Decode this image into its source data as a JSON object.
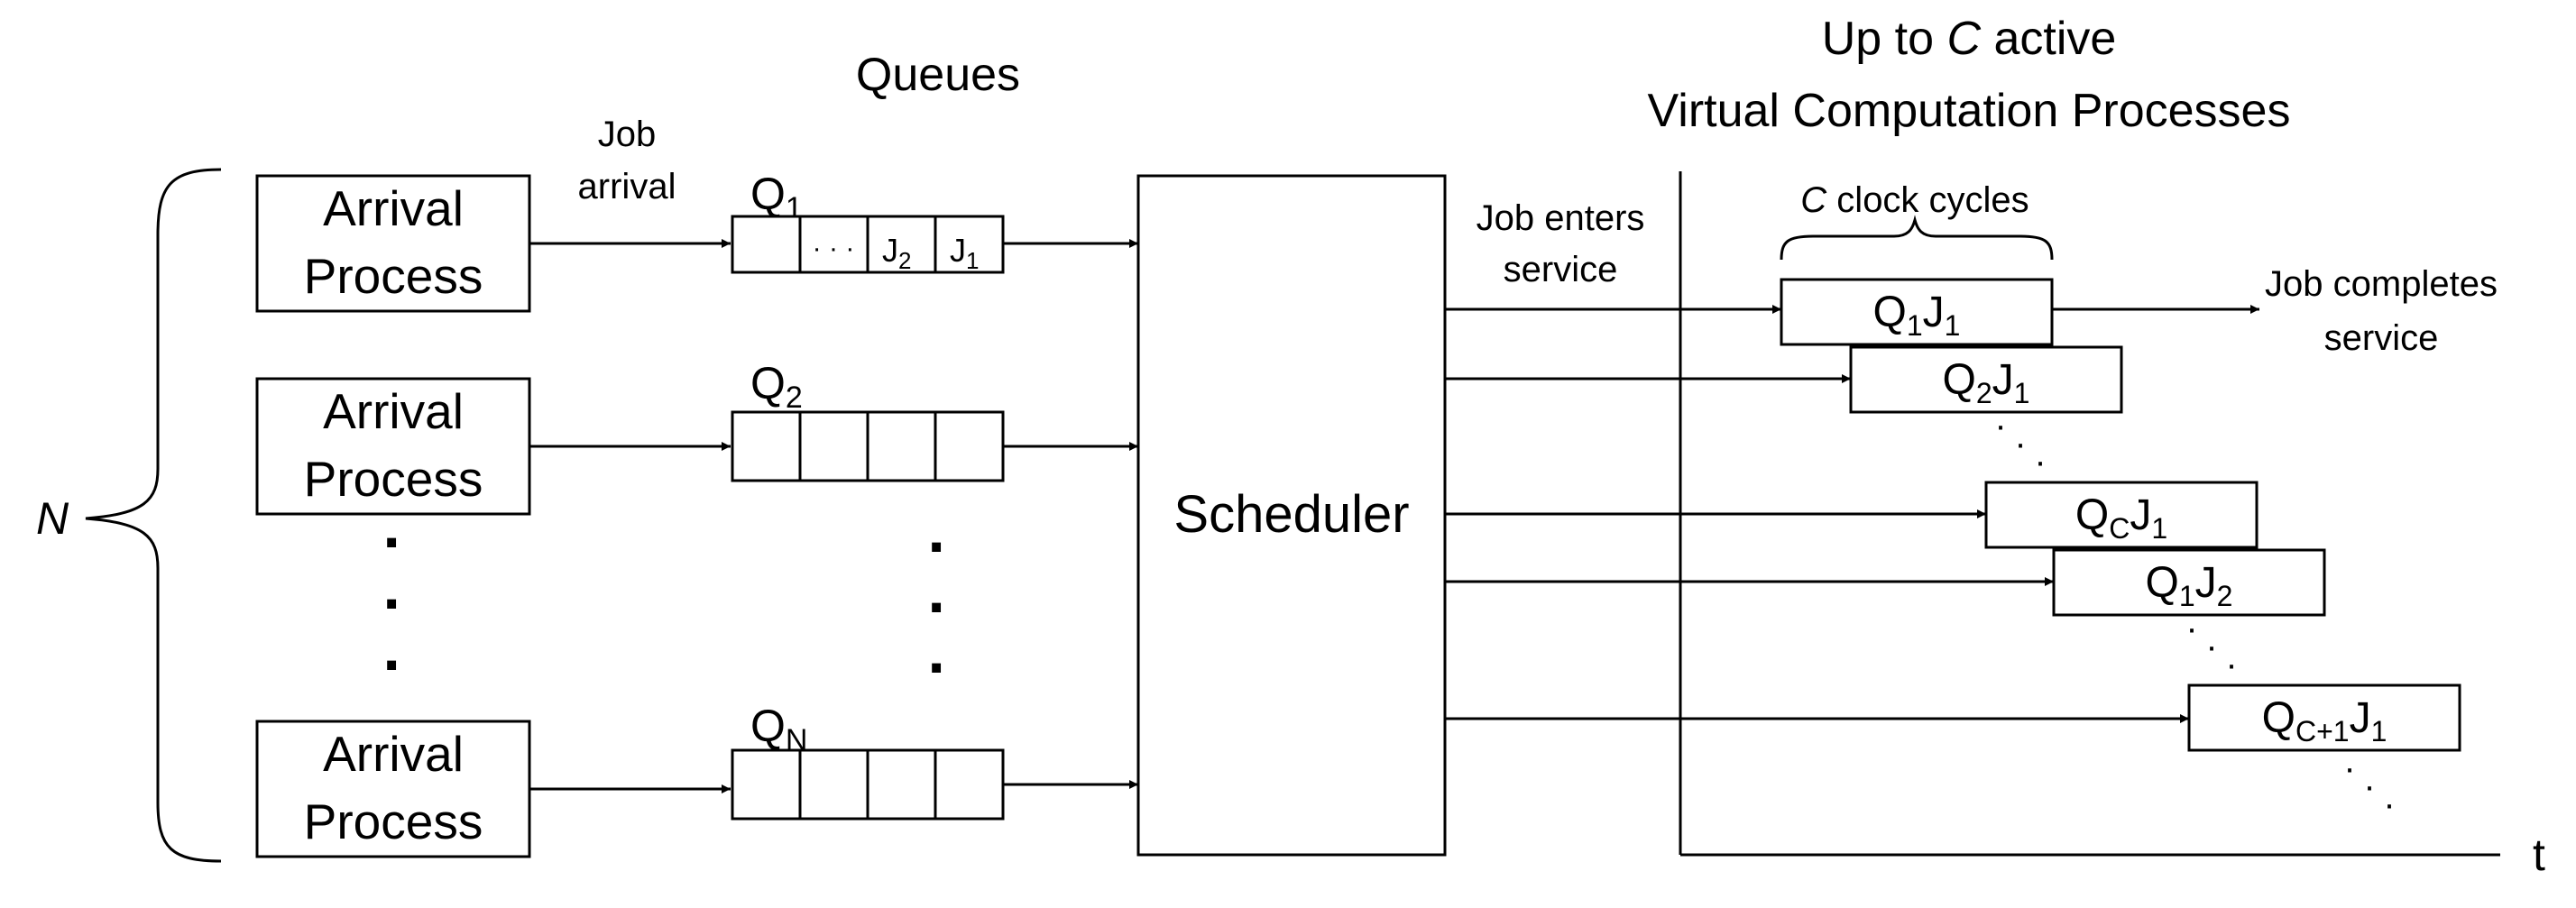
{
  "labels": {
    "n": "N",
    "queues_title": "Queues",
    "job_arrival_1": "Job",
    "job_arrival_2": "arrival",
    "arrival_1": "Arrival",
    "arrival_2": "Process",
    "dots": "·",
    "ellipsis": "· · ·",
    "q1_main": "Q",
    "q1_sub": "1",
    "q2_main": "Q",
    "q2_sub": "2",
    "qn_main": "Q",
    "qn_sub": "N",
    "j2_main": "J",
    "j2_sub": "2",
    "j1_main": "J",
    "j1_sub": "1",
    "scheduler": "Scheduler",
    "job_enters_1": "Job enters",
    "job_enters_2": "service",
    "vcp_title_1_pre": "Up to ",
    "vcp_title_1_c": "C",
    "vcp_title_1_post": " active",
    "vcp_title_2": "Virtual Computation Processes",
    "clock_c": "C",
    "clock_rest": " clock cycles",
    "completes_1": "Job completes",
    "completes_2": "service",
    "t_axis": "t"
  },
  "processes": [
    {
      "q": "Q",
      "qs": "1",
      "j": "J",
      "js": "1"
    },
    {
      "q": "Q",
      "qs": "2",
      "j": "J",
      "js": "1"
    },
    {
      "q": "Q",
      "qs": "C",
      "j": "J",
      "js": "1"
    },
    {
      "q": "Q",
      "qs": "1",
      "j": "J",
      "js": "2"
    },
    {
      "q": "Q",
      "qs": "C+1",
      "j": "J",
      "js": "1"
    }
  ]
}
